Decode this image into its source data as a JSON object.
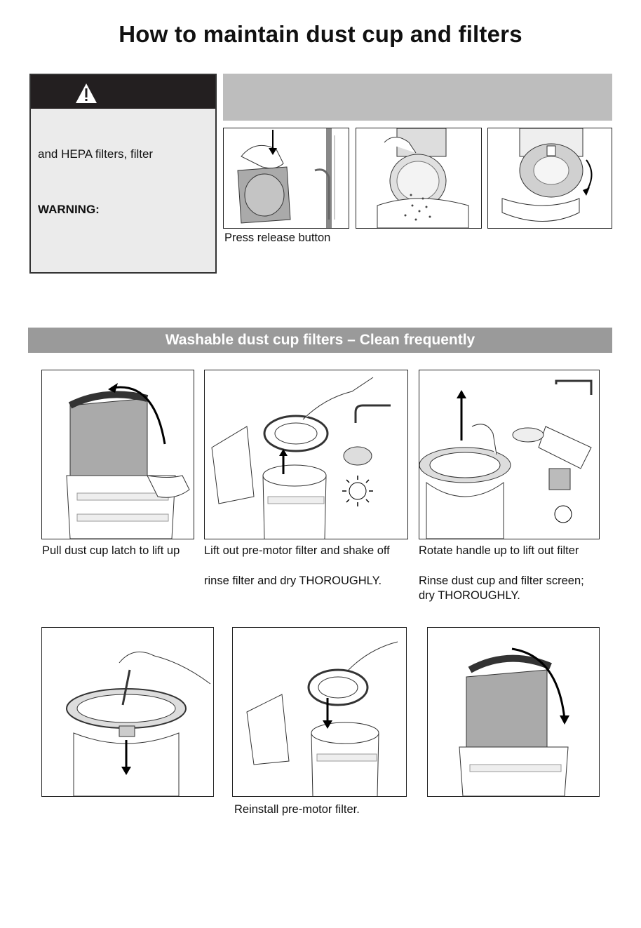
{
  "page": {
    "title": "How to maintain dust cup and filters"
  },
  "warning_panel": {
    "line_hepa": "and HEPA filters, filter",
    "warning_label": "WARNING:"
  },
  "top_steps": {
    "step1_caption": "Press release button"
  },
  "section": {
    "title": "Washable dust cup filters – Clean frequently"
  },
  "washable_steps": {
    "step1_caption": "Pull dust cup latch to lift up",
    "step2_caption_line1": "Lift out pre-motor filter and shake off",
    "step2_caption_line2": "rinse filter and dry THOROUGHLY.",
    "step3_caption_line1": "Rotate handle up to lift out filter",
    "step3_caption_line2": "Rinse dust cup and filter screen;",
    "step3_caption_line3": "dry THOROUGHLY.",
    "step5_caption": "Reinstall pre-motor filter."
  },
  "colors": {
    "warning_header": "#231f20",
    "warning_body": "#ebebeb",
    "section_bar": "#9a9a9a",
    "top_bar": "#bdbdbd"
  }
}
